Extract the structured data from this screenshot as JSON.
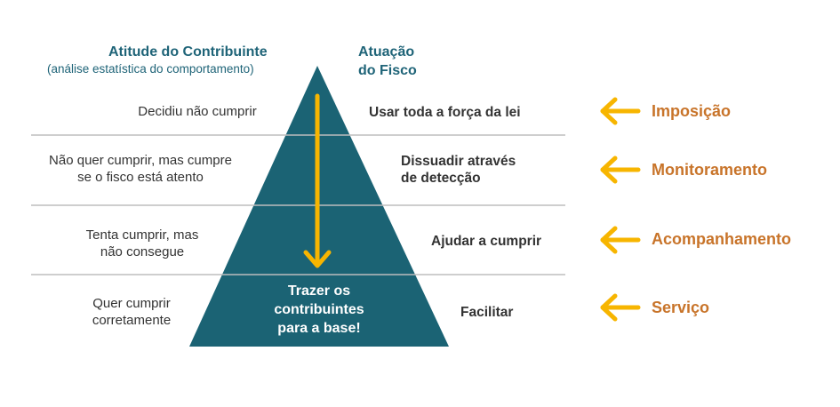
{
  "headers": {
    "left_title": "Atitude do Contribuinte",
    "left_subtitle": "(análise estatística do comportamento)",
    "right_title_line1": "Atuação",
    "right_title_line2": "do Fisco"
  },
  "levels": [
    {
      "attitude": [
        "Decidiu não cumprir"
      ],
      "action": [
        "Usar toda a força da lei"
      ],
      "role": "Imposição"
    },
    {
      "attitude": [
        "Não quer cumprir, mas cumpre",
        "se o fisco está atento"
      ],
      "action": [
        "Dissuadir através",
        "de detecção"
      ],
      "role": "Monitoramento"
    },
    {
      "attitude": [
        "Tenta cumprir, mas",
        "não consegue"
      ],
      "action": [
        "Ajudar a cumprir"
      ],
      "role": "Acompanhamento"
    },
    {
      "attitude": [
        "Quer cumprir",
        "corretamente"
      ],
      "action": [
        "Facilitar"
      ],
      "role": "Serviço"
    }
  ],
  "pyramid_base_text": [
    "Trazer os",
    "contribuintes",
    "para a base!"
  ],
  "colors": {
    "teal": "#1b6374",
    "yellow": "#f7b500",
    "orange": "#c8742a",
    "divider": "#bdbdbd"
  }
}
